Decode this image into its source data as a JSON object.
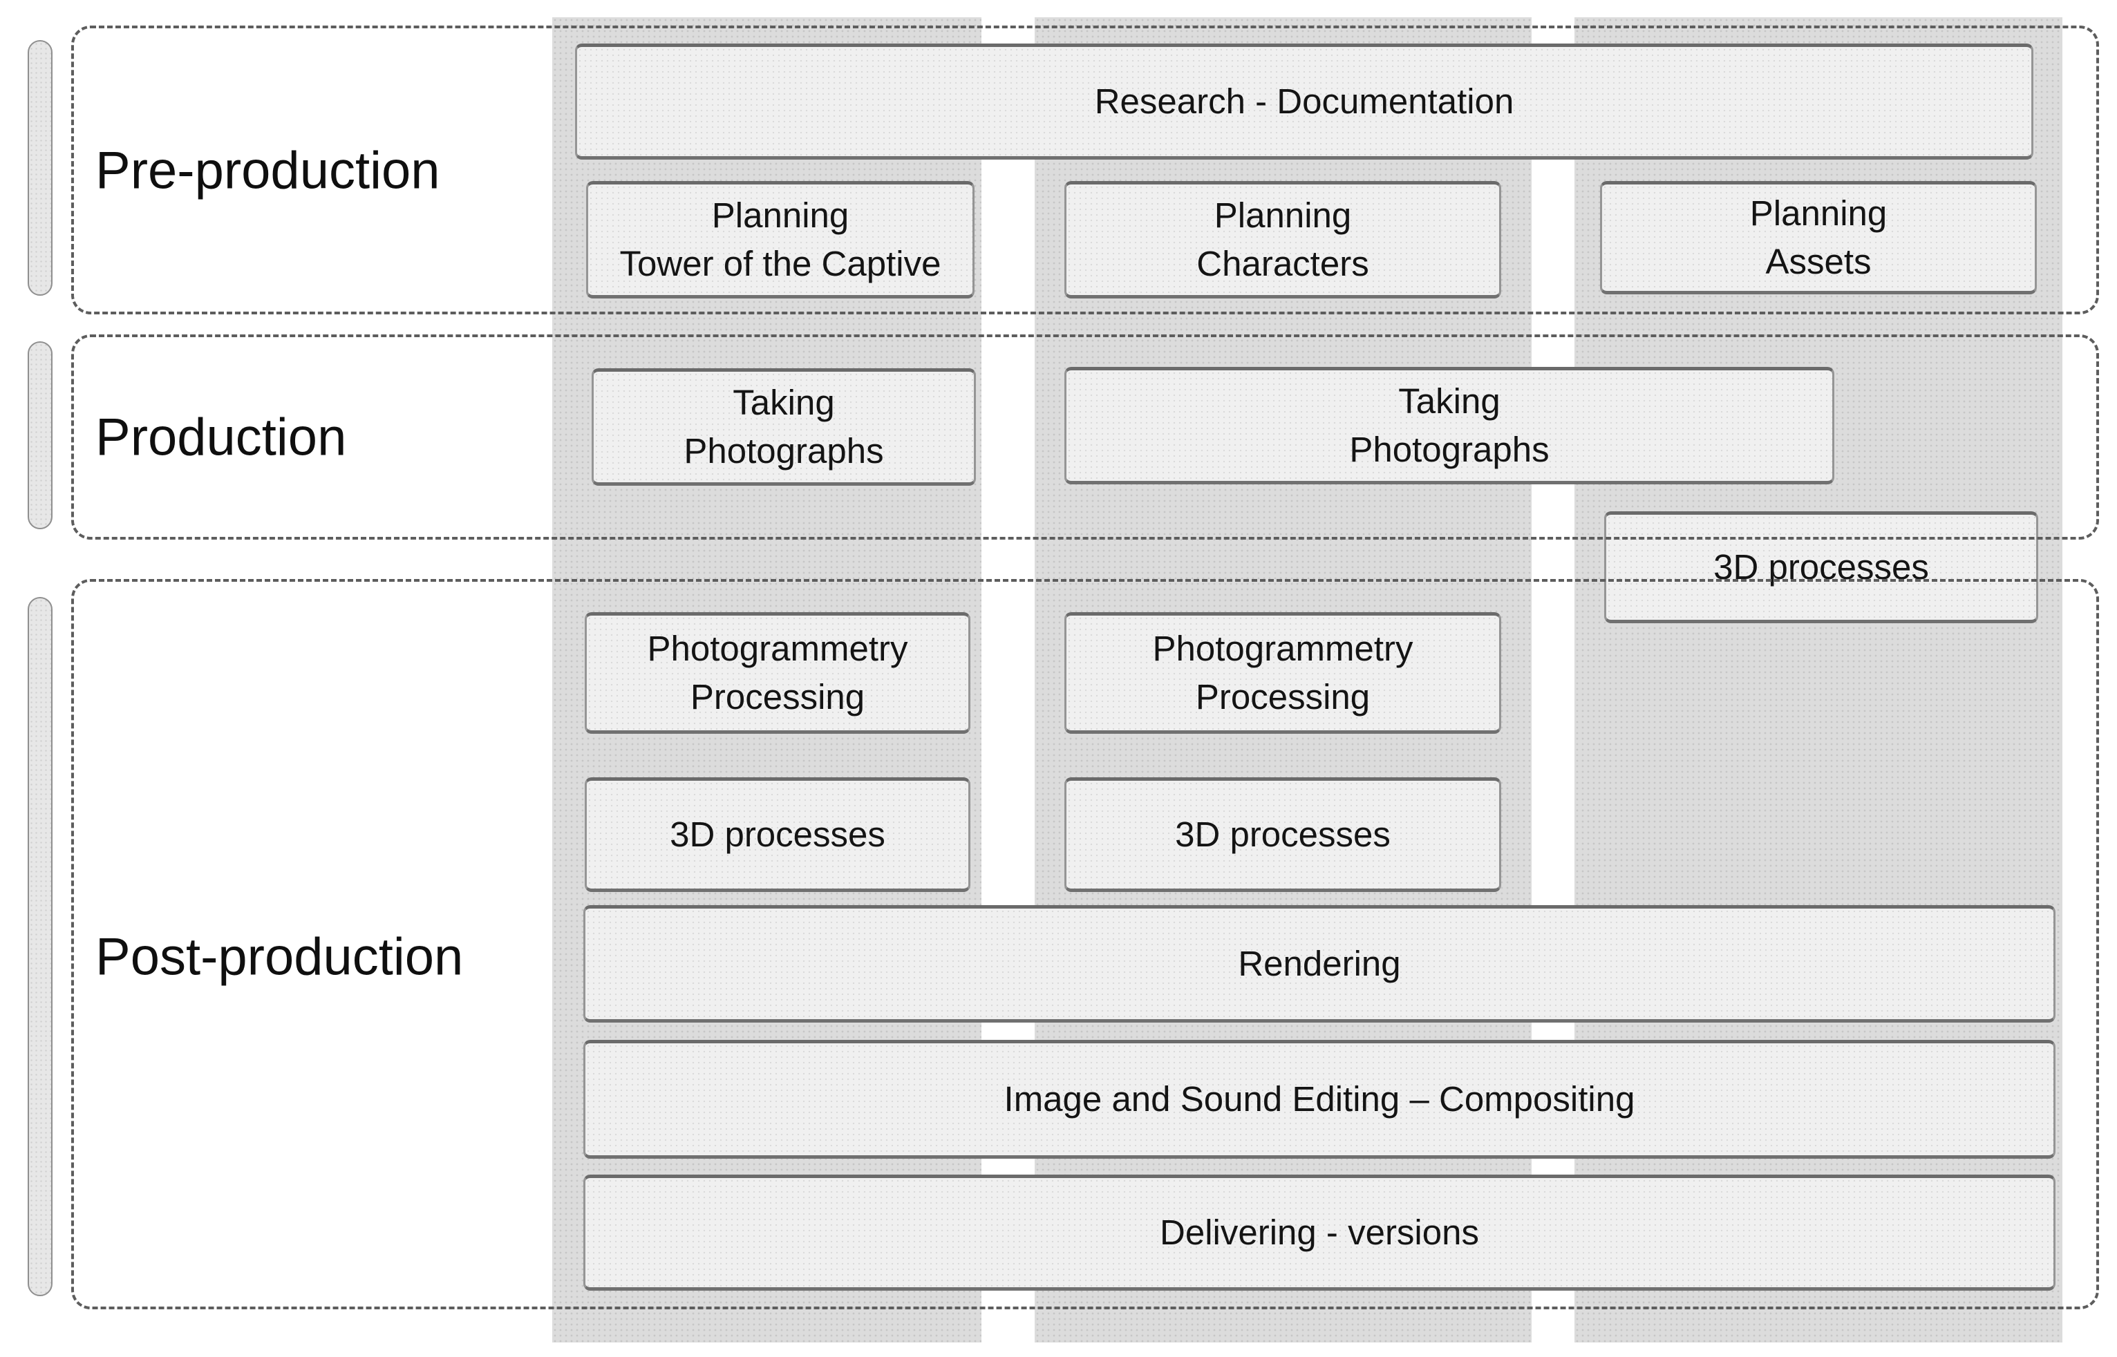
{
  "diagram": {
    "title": "Production pipeline phases diagram",
    "phases": {
      "pre": {
        "label": "Pre-production"
      },
      "prod": {
        "label": "Production"
      },
      "post": {
        "label": "Post-production"
      }
    },
    "boxes": {
      "research": {
        "label": "Research - Documentation"
      },
      "planning_tower": {
        "line1": "Planning",
        "line2": "Tower of the Captive"
      },
      "planning_characters": {
        "line1": "Planning",
        "line2": "Characters"
      },
      "planning_assets": {
        "line1": "Planning",
        "line2": "Assets"
      },
      "taking_photographs_1": {
        "line1": "Taking",
        "line2": "Photographs"
      },
      "taking_photographs_2": {
        "line1": "Taking",
        "line2": "Photographs"
      },
      "processes_3d_production": {
        "label": "3D processes"
      },
      "photogrammetry_1": {
        "line1": "Photogrammetry",
        "line2": "Processing"
      },
      "photogrammetry_2": {
        "line1": "Photogrammetry",
        "line2": "Processing"
      },
      "processes_3d_post_1": {
        "label": "3D processes"
      },
      "processes_3d_post_2": {
        "label": "3D processes"
      },
      "rendering": {
        "label": "Rendering"
      },
      "image_sound": {
        "label": "Image and Sound Editing – Compositing"
      },
      "delivering": {
        "label": "Delivering - versions"
      }
    },
    "colors": {
      "background": "#ffffff",
      "column_band": "#dcdcdc",
      "column_band_dots": "#c6c6c6",
      "box_fill": "#f0f0f0",
      "box_border": "#6a6a6a",
      "dashed_border": "#5d5d5d",
      "text": "#141414"
    }
  }
}
